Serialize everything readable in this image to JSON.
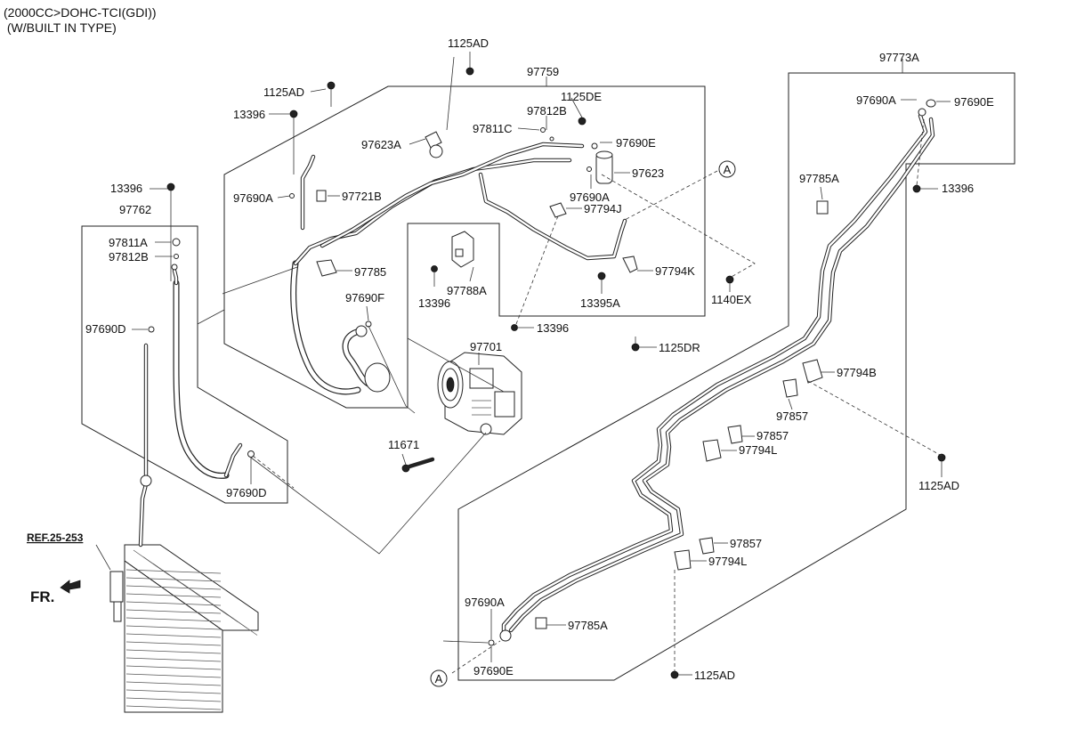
{
  "header": {
    "line1": "(2000CC>DOHC-TCI(GDI))",
    "line2": " (W/BUILT IN TYPE)"
  },
  "ref_label": "REF.25-253",
  "front_label": "FR.",
  "reference_marks": [
    "A",
    "A"
  ],
  "part_labels": {
    "p1125AD_top": "1125AD",
    "p97759": "97759",
    "p1125AD_left": "1125AD",
    "p13396_a": "13396",
    "p97812B_top": "97812B",
    "p1125DE": "1125DE",
    "p97811C": "97811C",
    "p97623A": "97623A",
    "p97690E_top": "97690E",
    "p97623": "97623",
    "p97690A_left": "97690A",
    "p97721B": "97721B",
    "p97690A_mid": "97690A",
    "p97794J": "97794J",
    "p13396_b": "13396",
    "p97762": "97762",
    "p97811A": "97811A",
    "p97812B_left": "97812B",
    "p97785_mid": "97785",
    "p13396_c": "13396",
    "p97788A": "97788A",
    "p13395A": "13395A",
    "p97794K": "97794K",
    "p1140EX": "1140EX",
    "p97690F": "97690F",
    "p97690D_left": "97690D",
    "p13396_d": "13396",
    "p1125DR": "1125DR",
    "p97701": "97701",
    "p11671": "11671",
    "p97690D_bot": "97690D",
    "p97773A": "97773A",
    "p97690A_right": "97690A",
    "p97690E_right": "97690E",
    "p13396_e": "13396",
    "p97785A_top": "97785A",
    "p97794B": "97794B",
    "p97857_a": "97857",
    "p97857_b": "97857",
    "p97794L_a": "97794L",
    "p1125AD_right": "1125AD",
    "p97857_c": "97857",
    "p97794L_b": "97794L",
    "p97690A_bot": "97690A",
    "p97785A_bot": "97785A",
    "p97690E_bot": "97690E",
    "p1125AD_bot": "1125AD"
  }
}
